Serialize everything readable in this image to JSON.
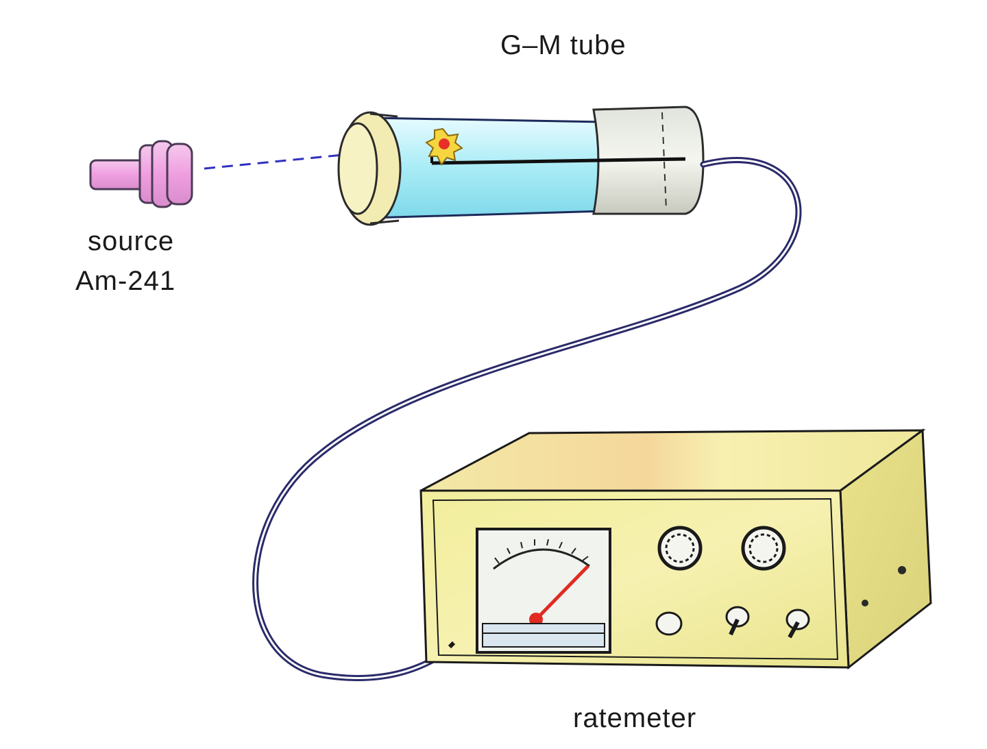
{
  "labels": {
    "gm_tube": "G–M tube",
    "source_line1": "source",
    "source_line2": "Am-241",
    "ratemeter": "ratemeter"
  }
}
